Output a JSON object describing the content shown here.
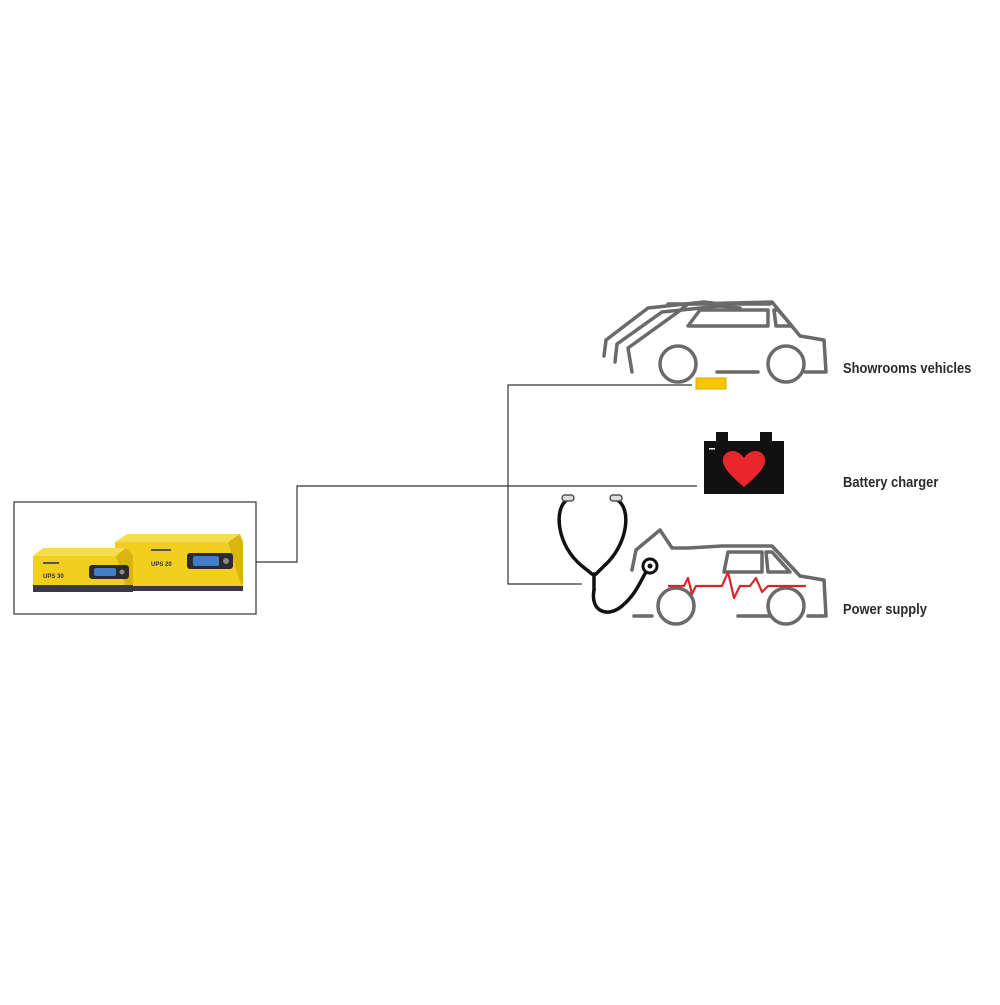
{
  "diagram": {
    "labels": {
      "showroom": "Showrooms vehicles",
      "battery": "Battery charger",
      "power": "Power supply"
    },
    "charger_units": [
      {
        "model": "UPS 30"
      },
      {
        "model": "UPS 20"
      }
    ],
    "icons": {
      "device": "charger-device-icon",
      "cars": "showroom-cars-icon",
      "battery": "battery-heart-icon",
      "stethoscope": "stethoscope-icon",
      "diagnosis_car": "diagnosis-car-icon"
    },
    "colors": {
      "line": "#333333",
      "car_outline": "#6a6a6a",
      "device_yellow": "#f2cf1e",
      "screen_blue": "#3f7fc8",
      "heart_red": "#e8262b",
      "pulse_red": "#d7262b",
      "connector_yellow": "#f7c600"
    }
  }
}
